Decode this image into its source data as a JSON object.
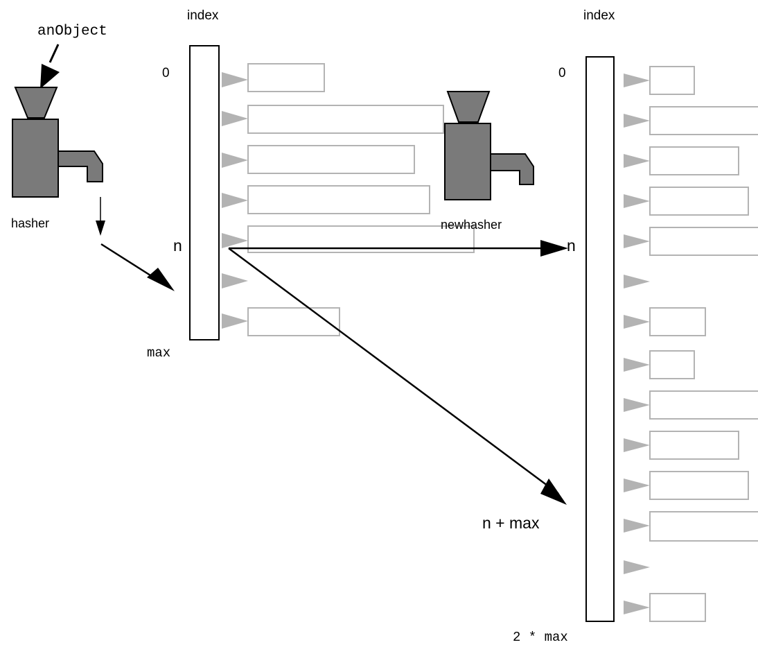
{
  "labels": {
    "input": "anObject",
    "left_index_header": "index",
    "right_index_header": "index",
    "left_zero": "0",
    "right_zero": "0",
    "left_n": "n",
    "right_n": "n",
    "left_max": "max",
    "n_plus_max": "n + max",
    "two_max": "2 * max",
    "hasher": "hasher",
    "newhasher": "newhasher"
  },
  "colors": {
    "machine_fill": "#7a7a7a",
    "bucket_gray": "#b3b3b3",
    "ink": "#000000"
  }
}
